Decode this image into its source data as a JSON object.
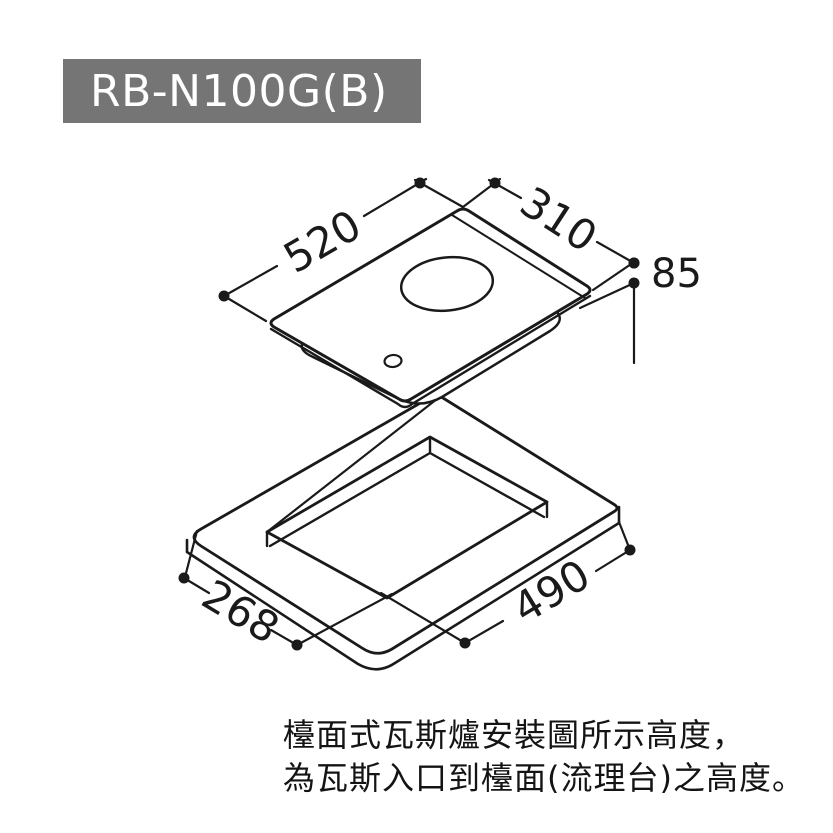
{
  "window": {
    "title": "RB-N100G(B)"
  },
  "colors": {
    "title_bar_bg": "#757575",
    "title_bar_text": "#ffffff",
    "line_color": "#1a1a1a",
    "background": "#ffffff"
  },
  "diagram": {
    "type": "isometric-installation-dimension-drawing",
    "dimensions_mm": {
      "hob_top_width": "520",
      "hob_top_depth": "310",
      "gas_inlet_height": "85",
      "cutout_depth": "268",
      "cutout_width": "490"
    }
  },
  "caption": {
    "line1": "檯面式瓦斯爐安裝圖所示高度，",
    "line2": "為瓦斯入口到檯面(流理台)之高度。"
  }
}
